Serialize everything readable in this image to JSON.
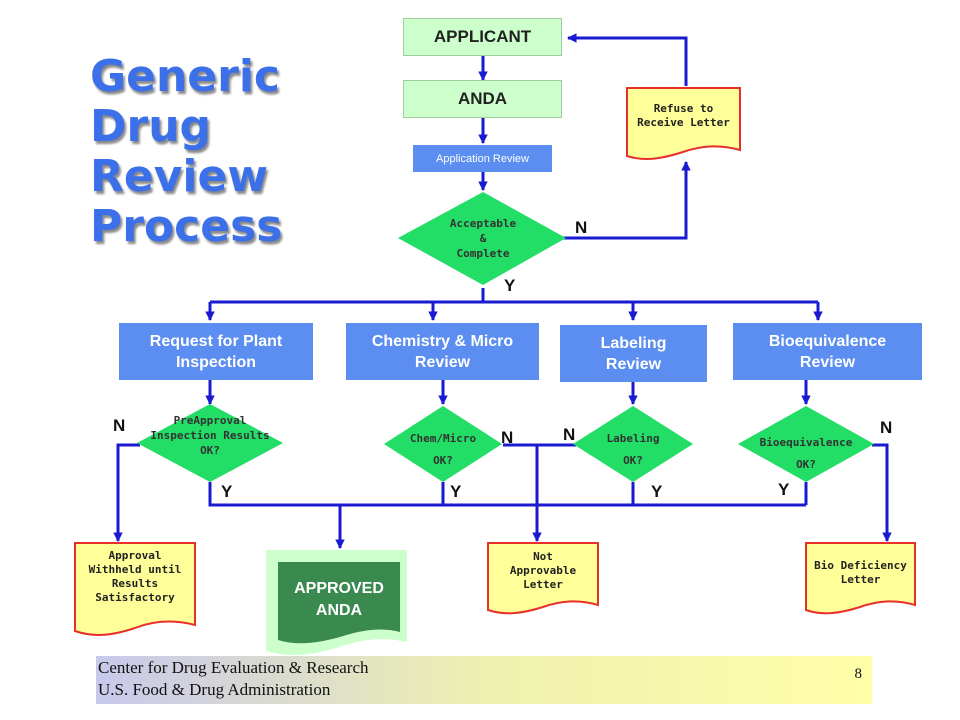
{
  "title": {
    "line1": "Generic",
    "line2": "Drug",
    "line3": "Review",
    "line4": "Process"
  },
  "nodes": {
    "applicant": "APPLICANT",
    "anda": "ANDA",
    "application_review": "Application Review",
    "acceptable": {
      "l1": "Acceptable",
      "l2": "&",
      "l3": "Complete"
    },
    "refuse": {
      "l1": "Refuse to",
      "l2": "Receive Letter"
    },
    "plant_inspection": {
      "l1": "Request for Plant",
      "l2": "Inspection"
    },
    "chem_review": {
      "l1": "Chemistry & Micro",
      "l2": "Review"
    },
    "labeling_review": {
      "l1": "Labeling",
      "l2": "Review"
    },
    "bio_review": {
      "l1": "Bioequivalence",
      "l2": "Review"
    },
    "preapproval": {
      "l1": "PreApproval",
      "l2": "Inspection Results",
      "l3": "OK?"
    },
    "chem_ok": {
      "l1": "Chem/Micro",
      "l2": "OK?"
    },
    "labeling_ok": {
      "l1": "Labeling",
      "l2": "OK?"
    },
    "bio_ok": {
      "l1": "Bioequivalence",
      "l2": "OK?"
    },
    "approval_withheld": {
      "l1": "Approval",
      "l2": "Withheld until",
      "l3": "Results",
      "l4": "Satisfactory"
    },
    "approved": {
      "l1": "APPROVED",
      "l2": "ANDA"
    },
    "not_approvable": {
      "l1": "Not",
      "l2": "Approvable",
      "l3": "Letter"
    },
    "bio_deficiency": {
      "l1": "Bio Deficiency",
      "l2": "Letter"
    }
  },
  "branch_labels": {
    "yes": "Y",
    "no": "N"
  },
  "footer": {
    "line1": "Center for Drug Evaluation & Research",
    "line2": "U.S. Food & Drug Administration",
    "page": "8"
  },
  "colors": {
    "arrow": "#1a1ad0",
    "process_box": "#5b8ef0",
    "diamond": "#22dd66",
    "document": "#ffff99",
    "document_border": "#e8302a",
    "approved_box": "#3a8a50",
    "title": "#3c70e8"
  }
}
